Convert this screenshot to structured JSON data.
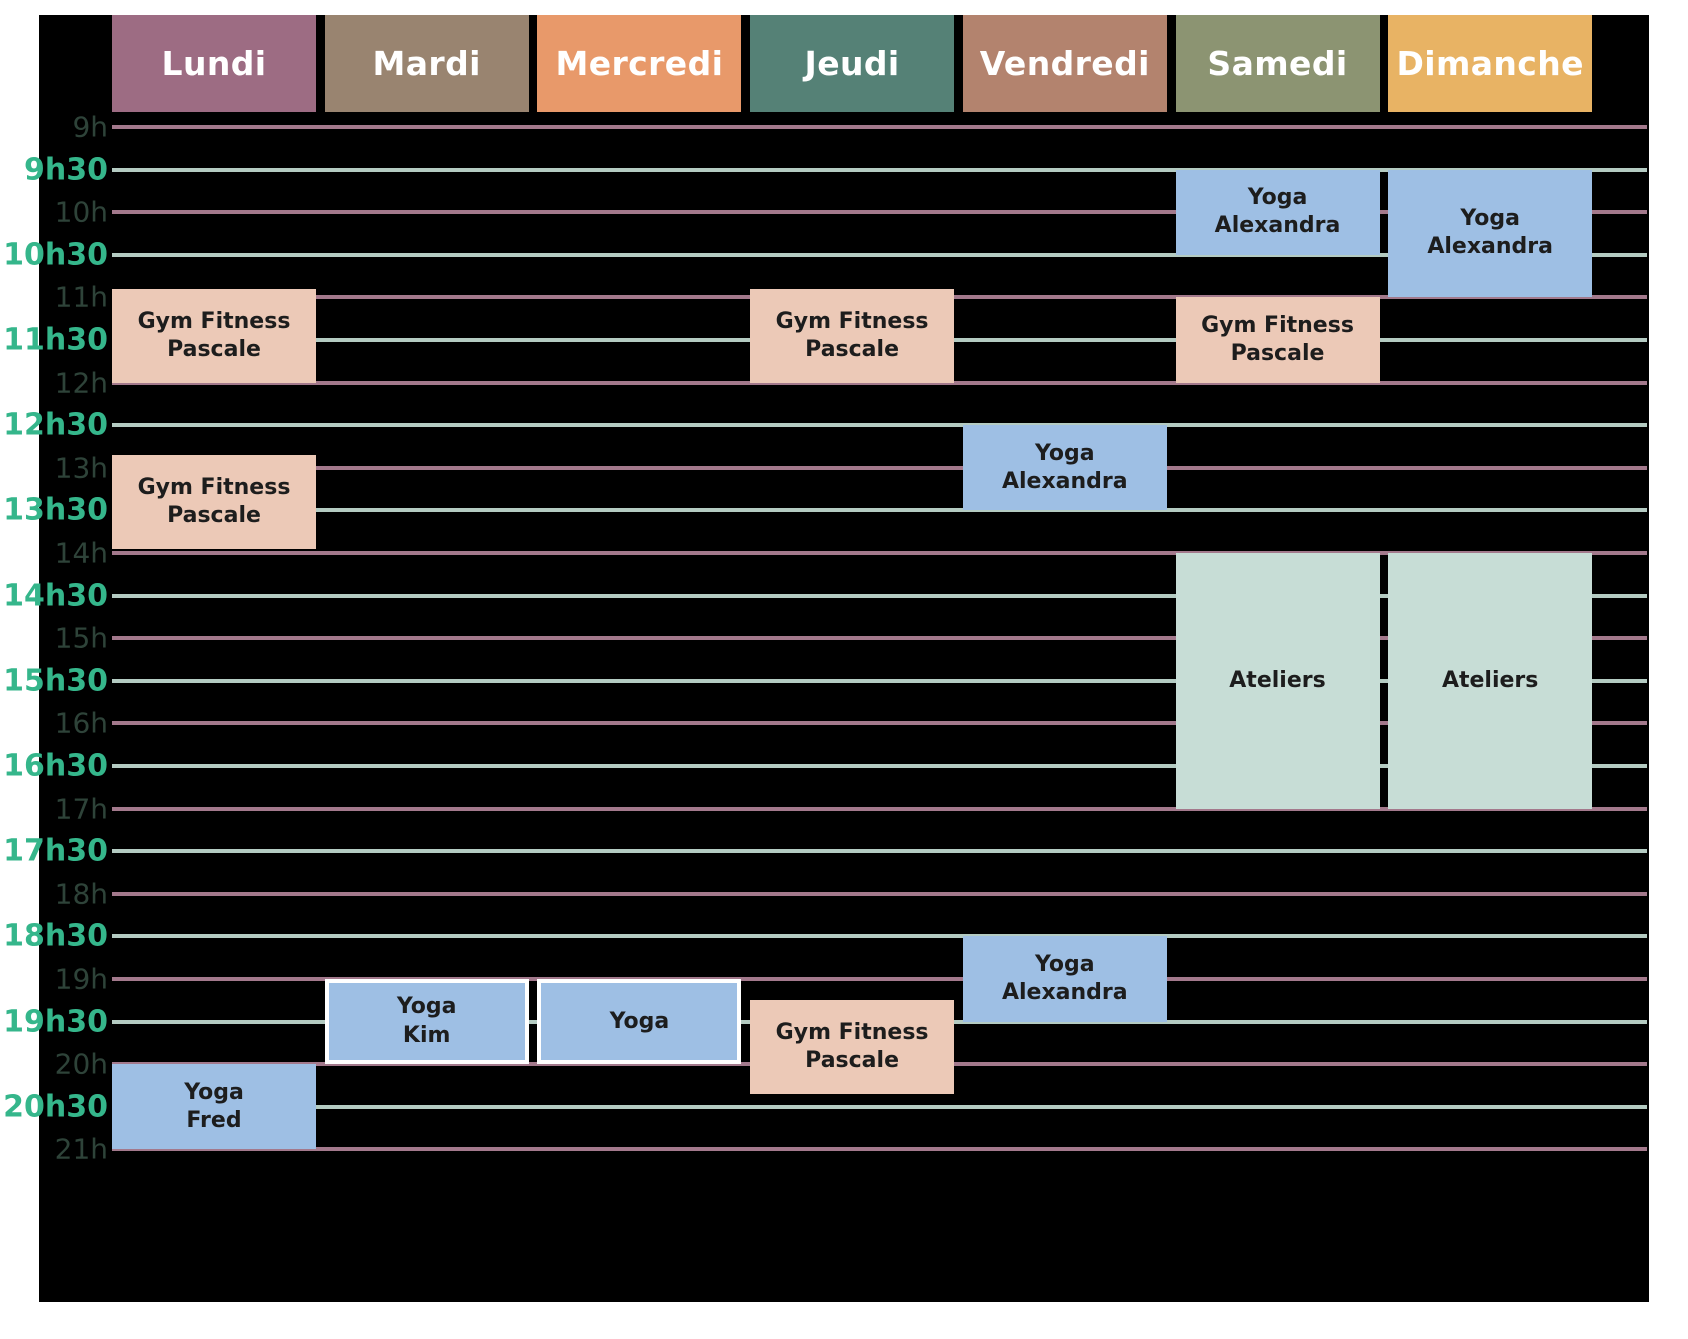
{
  "meta": {
    "view": "weekly-schedule",
    "colors": {
      "background": "#000000",
      "page": "#ffffff",
      "hour_line": "#a3798c",
      "half_line": "#b4cbc2",
      "hour_label": "#2e4339",
      "half_label": "#35b68b",
      "yoga": "#9ebfe4",
      "gym": "#ecc9b7",
      "ateliers": "#c7ddd6",
      "event_text": "#1d1d1d"
    }
  },
  "days": [
    {
      "label": "Lundi",
      "color": "#9d6c83"
    },
    {
      "label": "Mardi",
      "color": "#998470"
    },
    {
      "label": "Mercredi",
      "color": "#e8996a"
    },
    {
      "label": "Jeudi",
      "color": "#558176"
    },
    {
      "label": "Vendredi",
      "color": "#b3836e"
    },
    {
      "label": "Samedi",
      "color": "#8c9472"
    },
    {
      "label": "Dimanche",
      "color": "#e8b364"
    }
  ],
  "time_axis": [
    {
      "label": "9h",
      "type": "hour",
      "value": 9.0
    },
    {
      "label": "9h30",
      "type": "half",
      "value": 9.5
    },
    {
      "label": "10h",
      "type": "hour",
      "value": 10.0
    },
    {
      "label": "10h30",
      "type": "half",
      "value": 10.5
    },
    {
      "label": "11h",
      "type": "hour",
      "value": 11.0
    },
    {
      "label": "11h30",
      "type": "half",
      "value": 11.5
    },
    {
      "label": "12h",
      "type": "hour",
      "value": 12.0
    },
    {
      "label": "12h30",
      "type": "half",
      "value": 12.5
    },
    {
      "label": "13h",
      "type": "hour",
      "value": 13.0
    },
    {
      "label": "13h30",
      "type": "half",
      "value": 13.5
    },
    {
      "label": "14h",
      "type": "hour",
      "value": 14.0
    },
    {
      "label": "14h30",
      "type": "half",
      "value": 14.5
    },
    {
      "label": "15h",
      "type": "hour",
      "value": 15.0
    },
    {
      "label": "15h30",
      "type": "half",
      "value": 15.5
    },
    {
      "label": "16h",
      "type": "hour",
      "value": 16.0
    },
    {
      "label": "16h30",
      "type": "half",
      "value": 16.5
    },
    {
      "label": "17h",
      "type": "hour",
      "value": 17.0
    },
    {
      "label": "17h30",
      "type": "half",
      "value": 17.5
    },
    {
      "label": "18h",
      "type": "hour",
      "value": 18.0
    },
    {
      "label": "18h30",
      "type": "half",
      "value": 18.5
    },
    {
      "label": "19h",
      "type": "hour",
      "value": 19.0
    },
    {
      "label": "19h30",
      "type": "half",
      "value": 19.5
    },
    {
      "label": "20h",
      "type": "hour",
      "value": 20.0
    },
    {
      "label": "20h30",
      "type": "half",
      "value": 20.5
    },
    {
      "label": "21h",
      "type": "hour",
      "value": 21.0
    }
  ],
  "events": [
    {
      "title": "Gym Fitness",
      "subtitle": "Pascale",
      "day": 0,
      "start": 10.9,
      "end": 12.0,
      "category": "gym",
      "color": "#ecc9b7",
      "bordered": false
    },
    {
      "title": "Gym Fitness",
      "subtitle": "Pascale",
      "day": 0,
      "start": 12.85,
      "end": 13.95,
      "category": "gym",
      "color": "#ecc9b7",
      "bordered": false
    },
    {
      "title": "Yoga",
      "subtitle": "Fred",
      "day": 0,
      "start": 20.0,
      "end": 21.0,
      "category": "yoga",
      "color": "#9ebfe4",
      "bordered": false
    },
    {
      "title": "Yoga",
      "subtitle": "Kim",
      "day": 1,
      "start": 19.0,
      "end": 20.0,
      "category": "yoga",
      "color": "#9ebfe4",
      "bordered": true
    },
    {
      "title": "Yoga",
      "subtitle": "",
      "day": 2,
      "start": 19.0,
      "end": 20.0,
      "category": "yoga",
      "color": "#9ebfe4",
      "bordered": true
    },
    {
      "title": "Gym Fitness",
      "subtitle": "Pascale",
      "day": 3,
      "start": 10.9,
      "end": 12.0,
      "category": "gym",
      "color": "#ecc9b7",
      "bordered": false
    },
    {
      "title": "Gym Fitness",
      "subtitle": "Pascale",
      "day": 3,
      "start": 19.25,
      "end": 20.35,
      "category": "gym",
      "color": "#ecc9b7",
      "bordered": false
    },
    {
      "title": "Yoga",
      "subtitle": "Alexandra",
      "day": 4,
      "start": 12.5,
      "end": 13.5,
      "category": "yoga",
      "color": "#9ebfe4",
      "bordered": false
    },
    {
      "title": "Yoga",
      "subtitle": "Alexandra",
      "day": 4,
      "start": 18.5,
      "end": 19.5,
      "category": "yoga",
      "color": "#9ebfe4",
      "bordered": false
    },
    {
      "title": "Yoga",
      "subtitle": "Alexandra",
      "day": 5,
      "start": 9.5,
      "end": 10.5,
      "category": "yoga",
      "color": "#9ebfe4",
      "bordered": false
    },
    {
      "title": "Gym Fitness",
      "subtitle": "Pascale",
      "day": 5,
      "start": 11.0,
      "end": 12.0,
      "category": "gym",
      "color": "#ecc9b7",
      "bordered": false
    },
    {
      "title": "Ateliers",
      "subtitle": "",
      "day": 5,
      "start": 14.0,
      "end": 17.0,
      "category": "ateliers",
      "color": "#c7ddd6",
      "bordered": false
    },
    {
      "title": "Yoga",
      "subtitle": "Alexandra",
      "day": 6,
      "start": 9.5,
      "end": 11.0,
      "category": "yoga",
      "color": "#9ebfe4",
      "bordered": false
    },
    {
      "title": "Ateliers",
      "subtitle": "",
      "day": 6,
      "start": 14.0,
      "end": 17.0,
      "category": "ateliers",
      "color": "#c7ddd6",
      "bordered": false
    }
  ]
}
